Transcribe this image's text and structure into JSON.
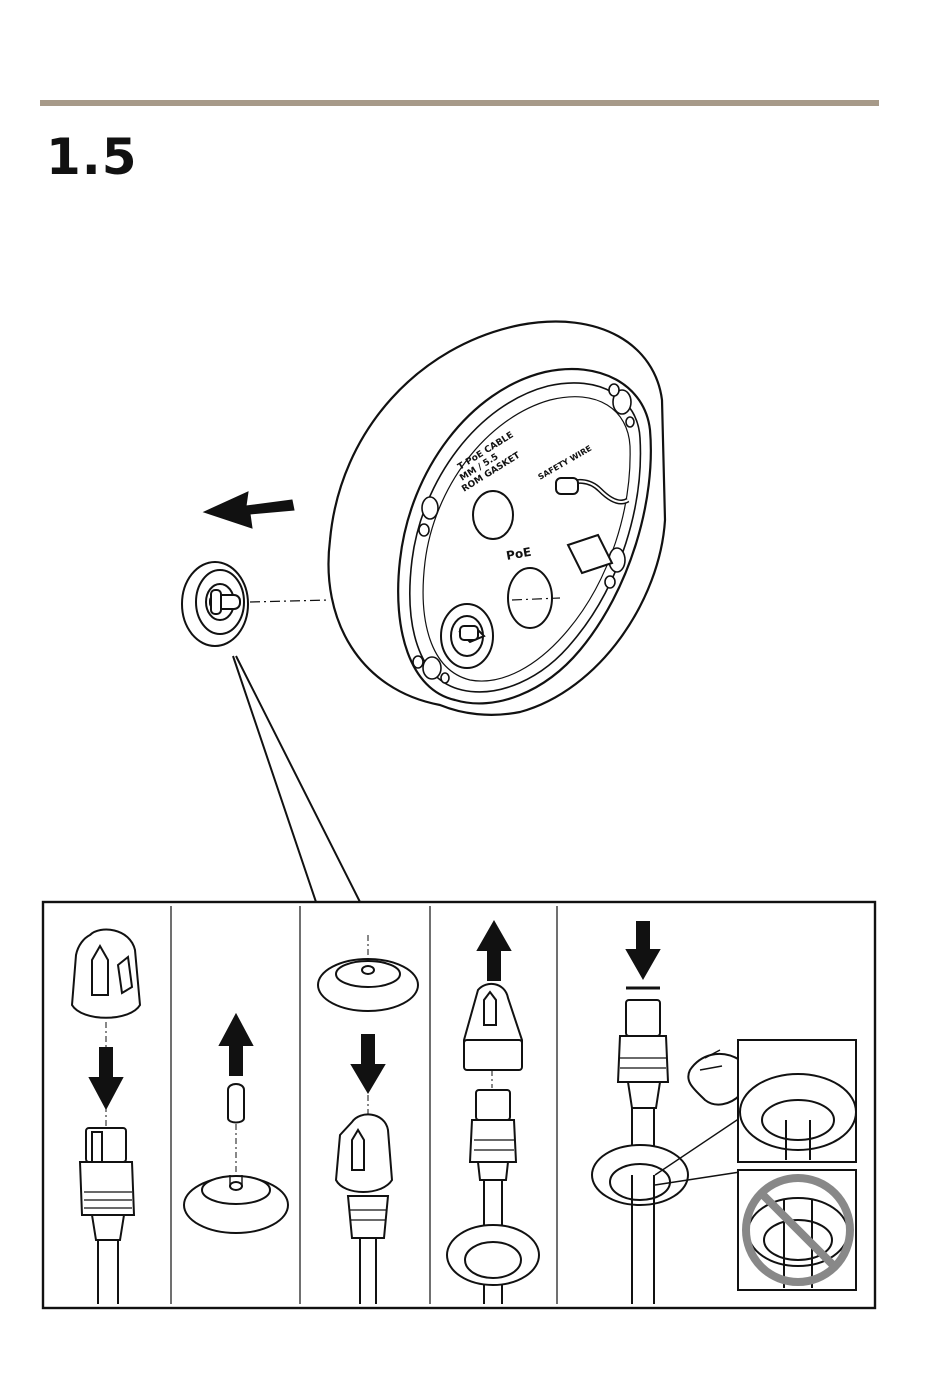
{
  "page": {
    "step_number": "1.5",
    "rule_color": "#a79a89"
  },
  "illustration": {
    "housing_labels": {
      "poe_cable_gasket": [
        "T PoE CABLE",
        "MM / 5.5",
        "ROM GASKET"
      ],
      "safety_wire": "SAFETY WIRE",
      "poe_port": "PoE"
    },
    "prohibited_color": "#888888"
  }
}
